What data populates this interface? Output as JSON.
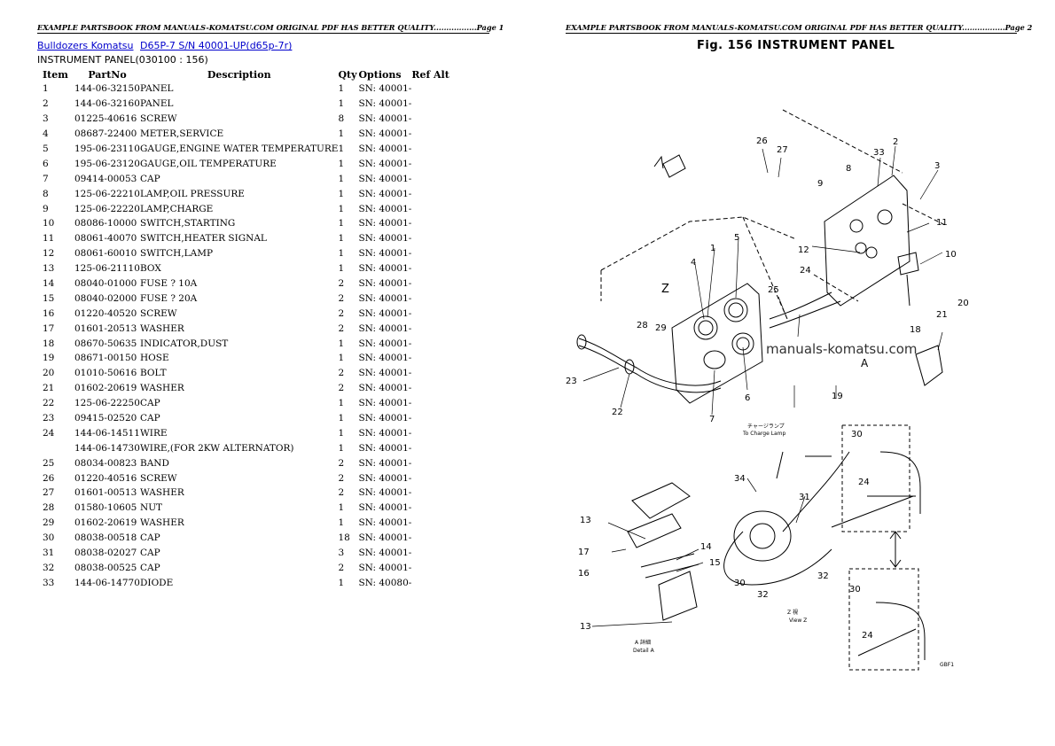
{
  "page_header": {
    "left": "EXAMPLE PARTSBOOK FROM MANUALS-KOMATSU.COM ORIGINAL PDF HAS BETTER QUALITY.................Page 1",
    "right": "EXAMPLE PARTSBOOK FROM MANUALS-KOMATSU.COM ORIGINAL PDF HAS BETTER QUALITY.................Page 2"
  },
  "breadcrumb": {
    "link1": "Bulldozers Komatsu",
    "link2": "D65P-7 S/N 40001-UP(d65p-7r)"
  },
  "section_title": "INSTRUMENT PANEL(030100 : 156)",
  "table": {
    "headers": {
      "item": "Item",
      "partno": "PartNo",
      "description": "Description",
      "qty": "Qty",
      "options": "Options",
      "ref_alt": "Ref Alt"
    },
    "rows": [
      {
        "item": "1",
        "partno": "144-06-32150",
        "description": "PANEL",
        "qty": "1",
        "options": "SN: 40001-"
      },
      {
        "item": "2",
        "partno": "144-06-32160",
        "description": "PANEL",
        "qty": "1",
        "options": "SN: 40001-"
      },
      {
        "item": "3",
        "partno": "01225-40616",
        "description": "SCREW",
        "qty": "8",
        "options": "SN: 40001-"
      },
      {
        "item": "4",
        "partno": "08687-22400",
        "description": "METER,SERVICE",
        "qty": "1",
        "options": "SN: 40001-"
      },
      {
        "item": "5",
        "partno": "195-06-23110",
        "description": "GAUGE,ENGINE WATER TEMPERATURE",
        "qty": "1",
        "options": "SN: 40001-"
      },
      {
        "item": "6",
        "partno": "195-06-23120",
        "description": "GAUGE,OIL TEMPERATURE",
        "qty": "1",
        "options": "SN: 40001-"
      },
      {
        "item": "7",
        "partno": "09414-00053",
        "description": "CAP",
        "qty": "1",
        "options": "SN: 40001-"
      },
      {
        "item": "8",
        "partno": "125-06-22210",
        "description": "LAMP,OIL PRESSURE",
        "qty": "1",
        "options": "SN: 40001-"
      },
      {
        "item": "9",
        "partno": "125-06-22220",
        "description": "LAMP,CHARGE",
        "qty": "1",
        "options": "SN: 40001-"
      },
      {
        "item": "10",
        "partno": "08086-10000",
        "description": "SWITCH,STARTING",
        "qty": "1",
        "options": "SN: 40001-"
      },
      {
        "item": "11",
        "partno": "08061-40070",
        "description": "SWITCH,HEATER SIGNAL",
        "qty": "1",
        "options": "SN: 40001-"
      },
      {
        "item": "12",
        "partno": "08061-60010",
        "description": "SWITCH,LAMP",
        "qty": "1",
        "options": "SN: 40001-"
      },
      {
        "item": "13",
        "partno": "125-06-21110",
        "description": "BOX",
        "qty": "1",
        "options": "SN: 40001-"
      },
      {
        "item": "14",
        "partno": "08040-01000",
        "description": "FUSE ? 10A",
        "qty": "2",
        "options": "SN: 40001-"
      },
      {
        "item": "15",
        "partno": "08040-02000",
        "description": "FUSE ? 20A",
        "qty": "2",
        "options": "SN: 40001-"
      },
      {
        "item": "16",
        "partno": "01220-40520",
        "description": "SCREW",
        "qty": "2",
        "options": "SN: 40001-"
      },
      {
        "item": "17",
        "partno": "01601-20513",
        "description": "WASHER",
        "qty": "2",
        "options": "SN: 40001-"
      },
      {
        "item": "18",
        "partno": "08670-50635",
        "description": "INDICATOR,DUST",
        "qty": "1",
        "options": "SN: 40001-"
      },
      {
        "item": "19",
        "partno": "08671-00150",
        "description": "HOSE",
        "qty": "1",
        "options": "SN: 40001-"
      },
      {
        "item": "20",
        "partno": "01010-50616",
        "description": "BOLT",
        "qty": "2",
        "options": "SN: 40001-"
      },
      {
        "item": "21",
        "partno": "01602-20619",
        "description": "WASHER",
        "qty": "2",
        "options": "SN: 40001-"
      },
      {
        "item": "22",
        "partno": "125-06-22250",
        "description": "CAP",
        "qty": "1",
        "options": "SN: 40001-"
      },
      {
        "item": "23",
        "partno": "09415-02520",
        "description": "CAP",
        "qty": "1",
        "options": "SN: 40001-"
      },
      {
        "item": "24",
        "partno": "144-06-14511",
        "description": "WIRE",
        "qty": "1",
        "options": "SN: 40001-"
      },
      {
        "item": "",
        "partno": "144-06-14730",
        "description": "WIRE,(FOR 2KW ALTERNATOR)",
        "qty": "1",
        "options": "SN: 40001-"
      },
      {
        "item": "25",
        "partno": "08034-00823",
        "description": "BAND",
        "qty": "2",
        "options": "SN: 40001-"
      },
      {
        "item": "26",
        "partno": "01220-40516",
        "description": "SCREW",
        "qty": "2",
        "options": "SN: 40001-"
      },
      {
        "item": "27",
        "partno": "01601-00513",
        "description": "WASHER",
        "qty": "2",
        "options": "SN: 40001-"
      },
      {
        "item": "28",
        "partno": "01580-10605",
        "description": "NUT",
        "qty": "1",
        "options": "SN: 40001-"
      },
      {
        "item": "29",
        "partno": "01602-20619",
        "description": "WASHER",
        "qty": "1",
        "options": "SN: 40001-"
      },
      {
        "item": "30",
        "partno": "08038-00518",
        "description": "CAP",
        "qty": "18",
        "options": "SN: 40001-"
      },
      {
        "item": "31",
        "partno": "08038-02027",
        "description": "CAP",
        "qty": "3",
        "options": "SN: 40001-"
      },
      {
        "item": "32",
        "partno": "08038-00525",
        "description": "CAP",
        "qty": "2",
        "options": "SN: 40001-"
      },
      {
        "item": "33",
        "partno": "144-06-14770",
        "description": "DIODE",
        "qty": "1",
        "options": "SN: 40080-"
      }
    ]
  },
  "figure": {
    "title": "Fig. 156   INSTRUMENT PANEL",
    "watermark": "manuals-komatsu.com",
    "labels": {
      "charge_lamp_jp": "チャージランプ",
      "charge_lamp": "To Charge Lamp",
      "view_z": "Z 視",
      "view_z_en": "View Z",
      "detail_a": "A 詳細",
      "detail_a_en": "Detail A",
      "z_mark": "Z",
      "a_mark": "A",
      "code": "GBF1"
    },
    "callouts": [
      "1",
      "2",
      "3",
      "4",
      "5",
      "6",
      "7",
      "8",
      "9",
      "10",
      "11",
      "12",
      "13",
      "13",
      "14",
      "15",
      "16",
      "17",
      "18",
      "19",
      "20",
      "21",
      "22",
      "23",
      "24",
      "24",
      "24",
      "25",
      "26",
      "27",
      "28",
      "29",
      "30",
      "30",
      "30",
      "31",
      "32",
      "32",
      "33",
      "34"
    ]
  }
}
